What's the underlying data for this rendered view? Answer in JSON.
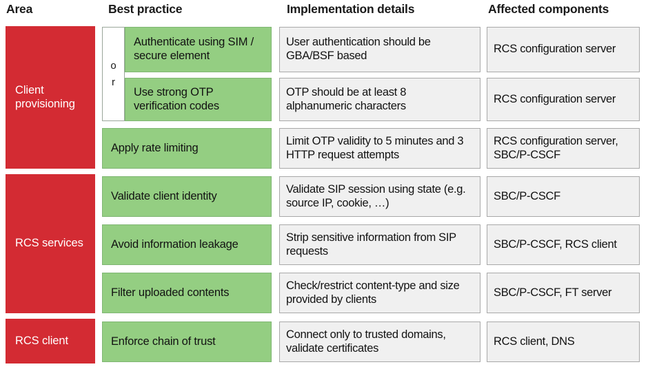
{
  "headers": {
    "area": "Area",
    "best_practice": "Best practice",
    "implementation_details": "Implementation details",
    "affected_components": "Affected components"
  },
  "colors": {
    "area_fill": "#d32b33",
    "area_text": "#ffffff",
    "practice_fill": "#94ce82",
    "practice_border": "#7fb673",
    "detail_fill": "#f0f0f0",
    "detail_border": "#a8a8a8",
    "text": "#121212",
    "page_background": "#ffffff"
  },
  "or_connector": {
    "line1": "o",
    "line2": "r"
  },
  "chart_data": {
    "type": "table",
    "title": "",
    "columns": [
      "Area",
      "Best practice",
      "Implementation details",
      "Affected components"
    ],
    "rows": [
      {
        "area": "Client provisioning",
        "best_practice": "Authenticate using SIM / secure element",
        "implementation_details": "User authentication should be GBA/BSF based",
        "affected_components": "RCS configuration server"
      },
      {
        "area": "Client provisioning",
        "best_practice": "Use strong OTP verification codes",
        "implementation_details": "OTP should be at least 8 alphanumeric characters",
        "affected_components": "RCS configuration server"
      },
      {
        "area": "Client provisioning",
        "best_practice": "Apply rate limiting",
        "implementation_details": "Limit OTP validity to 5 minutes and 3 HTTP request attempts",
        "affected_components": "RCS configuration server, SBC/P-CSCF"
      },
      {
        "area": "RCS services",
        "best_practice": "Validate client identity",
        "implementation_details": "Validate SIP session using state (e.g. source IP, cookie, …)",
        "affected_components": "SBC/P-CSCF"
      },
      {
        "area": "RCS services",
        "best_practice": "Avoid information leakage",
        "implementation_details": "Strip sensitive information from SIP requests",
        "affected_components": "SBC/P-CSCF, RCS client"
      },
      {
        "area": "RCS services",
        "best_practice": "Filter uploaded contents",
        "implementation_details": "Check/restrict content-type and size provided by clients",
        "affected_components": "SBC/P-CSCF, FT server"
      },
      {
        "area": "RCS client",
        "best_practice": "Enforce chain of trust",
        "implementation_details": "Connect only to trusted domains, validate certificates",
        "affected_components": "RCS client, DNS"
      }
    ],
    "area_groups": [
      {
        "label": "Client provisioning",
        "row_span": 3
      },
      {
        "label": "RCS services",
        "row_span": 3
      },
      {
        "label": "RCS client",
        "row_span": 1
      }
    ],
    "grouped_practices": [
      {
        "label": "Authenticate using SIM / secure element",
        "connector": "or"
      },
      {
        "label": "Use strong OTP verification codes",
        "connector": "or"
      }
    ]
  },
  "area_cells": [
    {
      "label": "Client provisioning"
    },
    {
      "label": "RCS services"
    },
    {
      "label": "RCS client"
    }
  ],
  "practice_cells": [
    {
      "label": "Authenticate using SIM / secure element"
    },
    {
      "label": "Use strong OTP verification codes"
    },
    {
      "label": "Apply rate limiting"
    },
    {
      "label": "Validate client identity"
    },
    {
      "label": "Avoid information leakage"
    },
    {
      "label": "Filter uploaded contents"
    },
    {
      "label": "Enforce chain of trust"
    }
  ],
  "detail_cells": [
    {
      "label": "User authentication should be GBA/BSF based"
    },
    {
      "label": "OTP should be at least 8 alphanumeric characters"
    },
    {
      "label": "Limit OTP validity to 5 minutes and 3 HTTP request attempts"
    },
    {
      "label": "Validate SIP session using state (e.g. source IP, cookie, …)"
    },
    {
      "label": "Strip sensitive information from SIP requests"
    },
    {
      "label": "Check/restrict content-type and size provided by clients"
    },
    {
      "label": "Connect only to trusted domains, validate certificates"
    }
  ],
  "affected_cells": [
    {
      "label": "RCS configuration server"
    },
    {
      "label": "RCS configuration server"
    },
    {
      "label": "RCS configuration server, SBC/P-CSCF"
    },
    {
      "label": "SBC/P-CSCF"
    },
    {
      "label": "SBC/P-CSCF, RCS client"
    },
    {
      "label": "SBC/P-CSCF, FT server"
    },
    {
      "label": "RCS client, DNS"
    }
  ]
}
